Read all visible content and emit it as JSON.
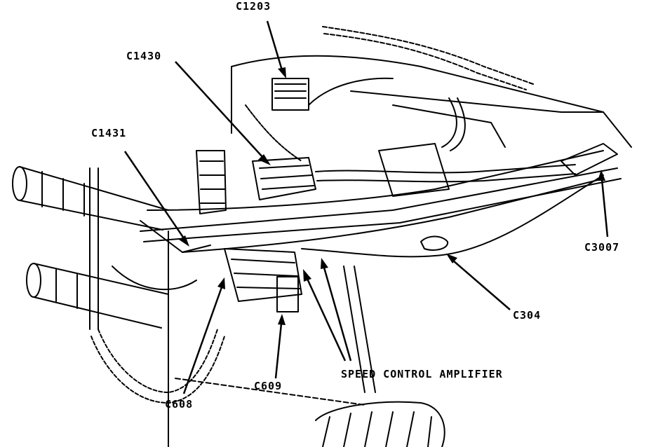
{
  "labels": {
    "c1203": "C1203",
    "c1430": "C1430",
    "c1431": "C1431",
    "c3007": "C3007",
    "c304": "C304",
    "speed_control": "SPEED CONTROL AMPLIFIER",
    "c609": "C609",
    "c608": "C608"
  },
  "colors": {
    "ink": "#000000",
    "paper": "#ffffff"
  }
}
